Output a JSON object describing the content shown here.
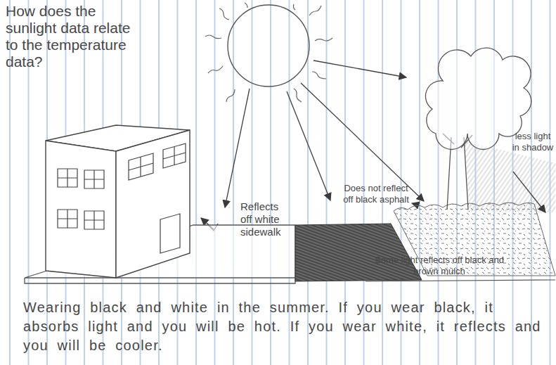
{
  "diagram": {
    "title": "How does the sunlight data relate to the temperature data?",
    "labels": [
      "less light in shadow",
      "Does not reflect off black asphalt",
      "Reflects off white sidewalk",
      "Some light reflects off black and brown mulch",
      "Wearing black and white in the summer. If you wear black, it absorbs light and you will be hot. If you wear white, it reflects and you will be cooler."
    ]
  }
}
